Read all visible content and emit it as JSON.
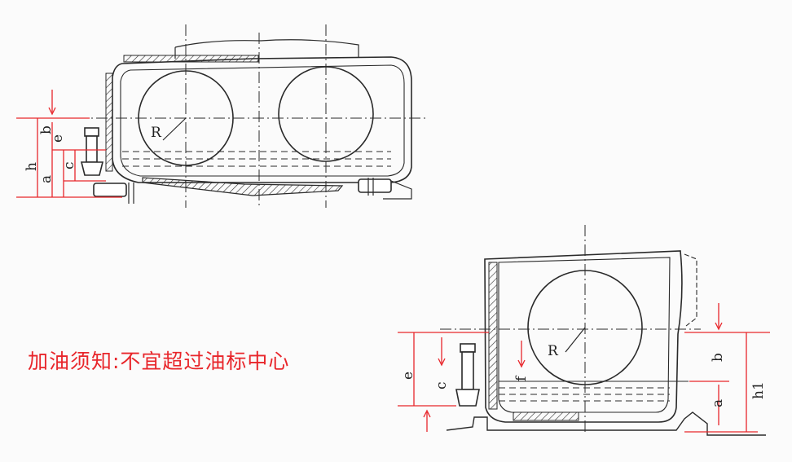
{
  "note": "加油须知:不宜超过油标中心",
  "colors": {
    "line": "#2a2a2a",
    "dimension": "#e8262b",
    "note": "#e8262b"
  },
  "top_view": {
    "labels": {
      "b": "b",
      "e": "e",
      "c": "c",
      "a": "a",
      "h": "h",
      "R": "R"
    }
  },
  "side_view": {
    "labels": {
      "e": "e",
      "c": "c",
      "f": "f",
      "R": "R",
      "b": "b",
      "a": "a",
      "h1": "h1"
    }
  }
}
